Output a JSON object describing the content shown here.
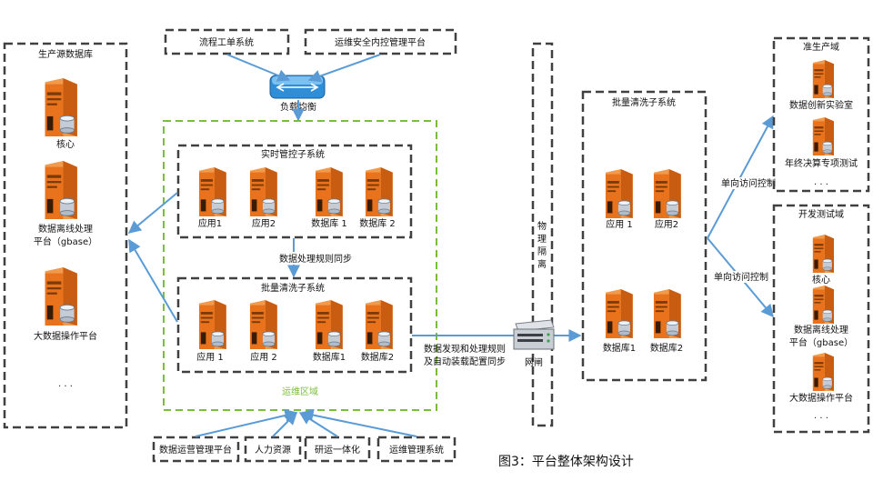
{
  "boxes": {
    "production_db": {
      "title": "生产源数据库",
      "items": [
        "核心",
        "数据离线处理",
        "平台（gbase）",
        "大数据操作平台"
      ],
      "more": ". . ."
    },
    "workflow": {
      "label": "流程工单系统"
    },
    "security": {
      "label": "运维安全内控管理平台"
    },
    "load_balancer": {
      "label": "负载均衡"
    },
    "ops_zone": {
      "label": "运维区域"
    },
    "realtime": {
      "title": "实时管控子系统",
      "items": [
        "应用1",
        "应用2",
        "数据库 1",
        "数据库 2"
      ]
    },
    "sync_label": "数据处理规则同步",
    "batch_inner": {
      "title": "批量清洗子系统",
      "items": [
        "应用 1",
        "应用 2",
        "数据库1",
        "数据库2"
      ]
    },
    "discover": {
      "line1": "数据发现和处理规则",
      "line2": "及自动装载配置同步"
    },
    "isolation": {
      "label": [
        "物",
        "理",
        "隔",
        "离"
      ]
    },
    "gateway": {
      "label": "网闸"
    },
    "batch_right": {
      "title": "批量清洗子系统",
      "items": [
        "应用 1",
        "应用2",
        "数据库1",
        "数据库2"
      ]
    },
    "one_way_1": "单向访问控制",
    "one_way_2": "单向访问控制",
    "pre_prod": {
      "title": "准生产域",
      "items": [
        "数据创新实验室",
        "年终决算专项测试"
      ],
      "more": ". . ."
    },
    "dev_test": {
      "title": "开发测试域",
      "items": [
        "核心",
        "数据离线处理",
        "平台（gbase）",
        "大数据操作平台"
      ],
      "more": ". . ."
    },
    "bottom": [
      "数据运营管理平台",
      "人力资源",
      "研运一体化",
      "运维管理系统"
    ]
  },
  "caption": "图3：平台整体架构设计",
  "colors": {
    "server_orange": "#e8731c",
    "arrow_blue": "#5b9bd5",
    "ops_green": "#7abf3a",
    "dash_gray": "#404040"
  }
}
